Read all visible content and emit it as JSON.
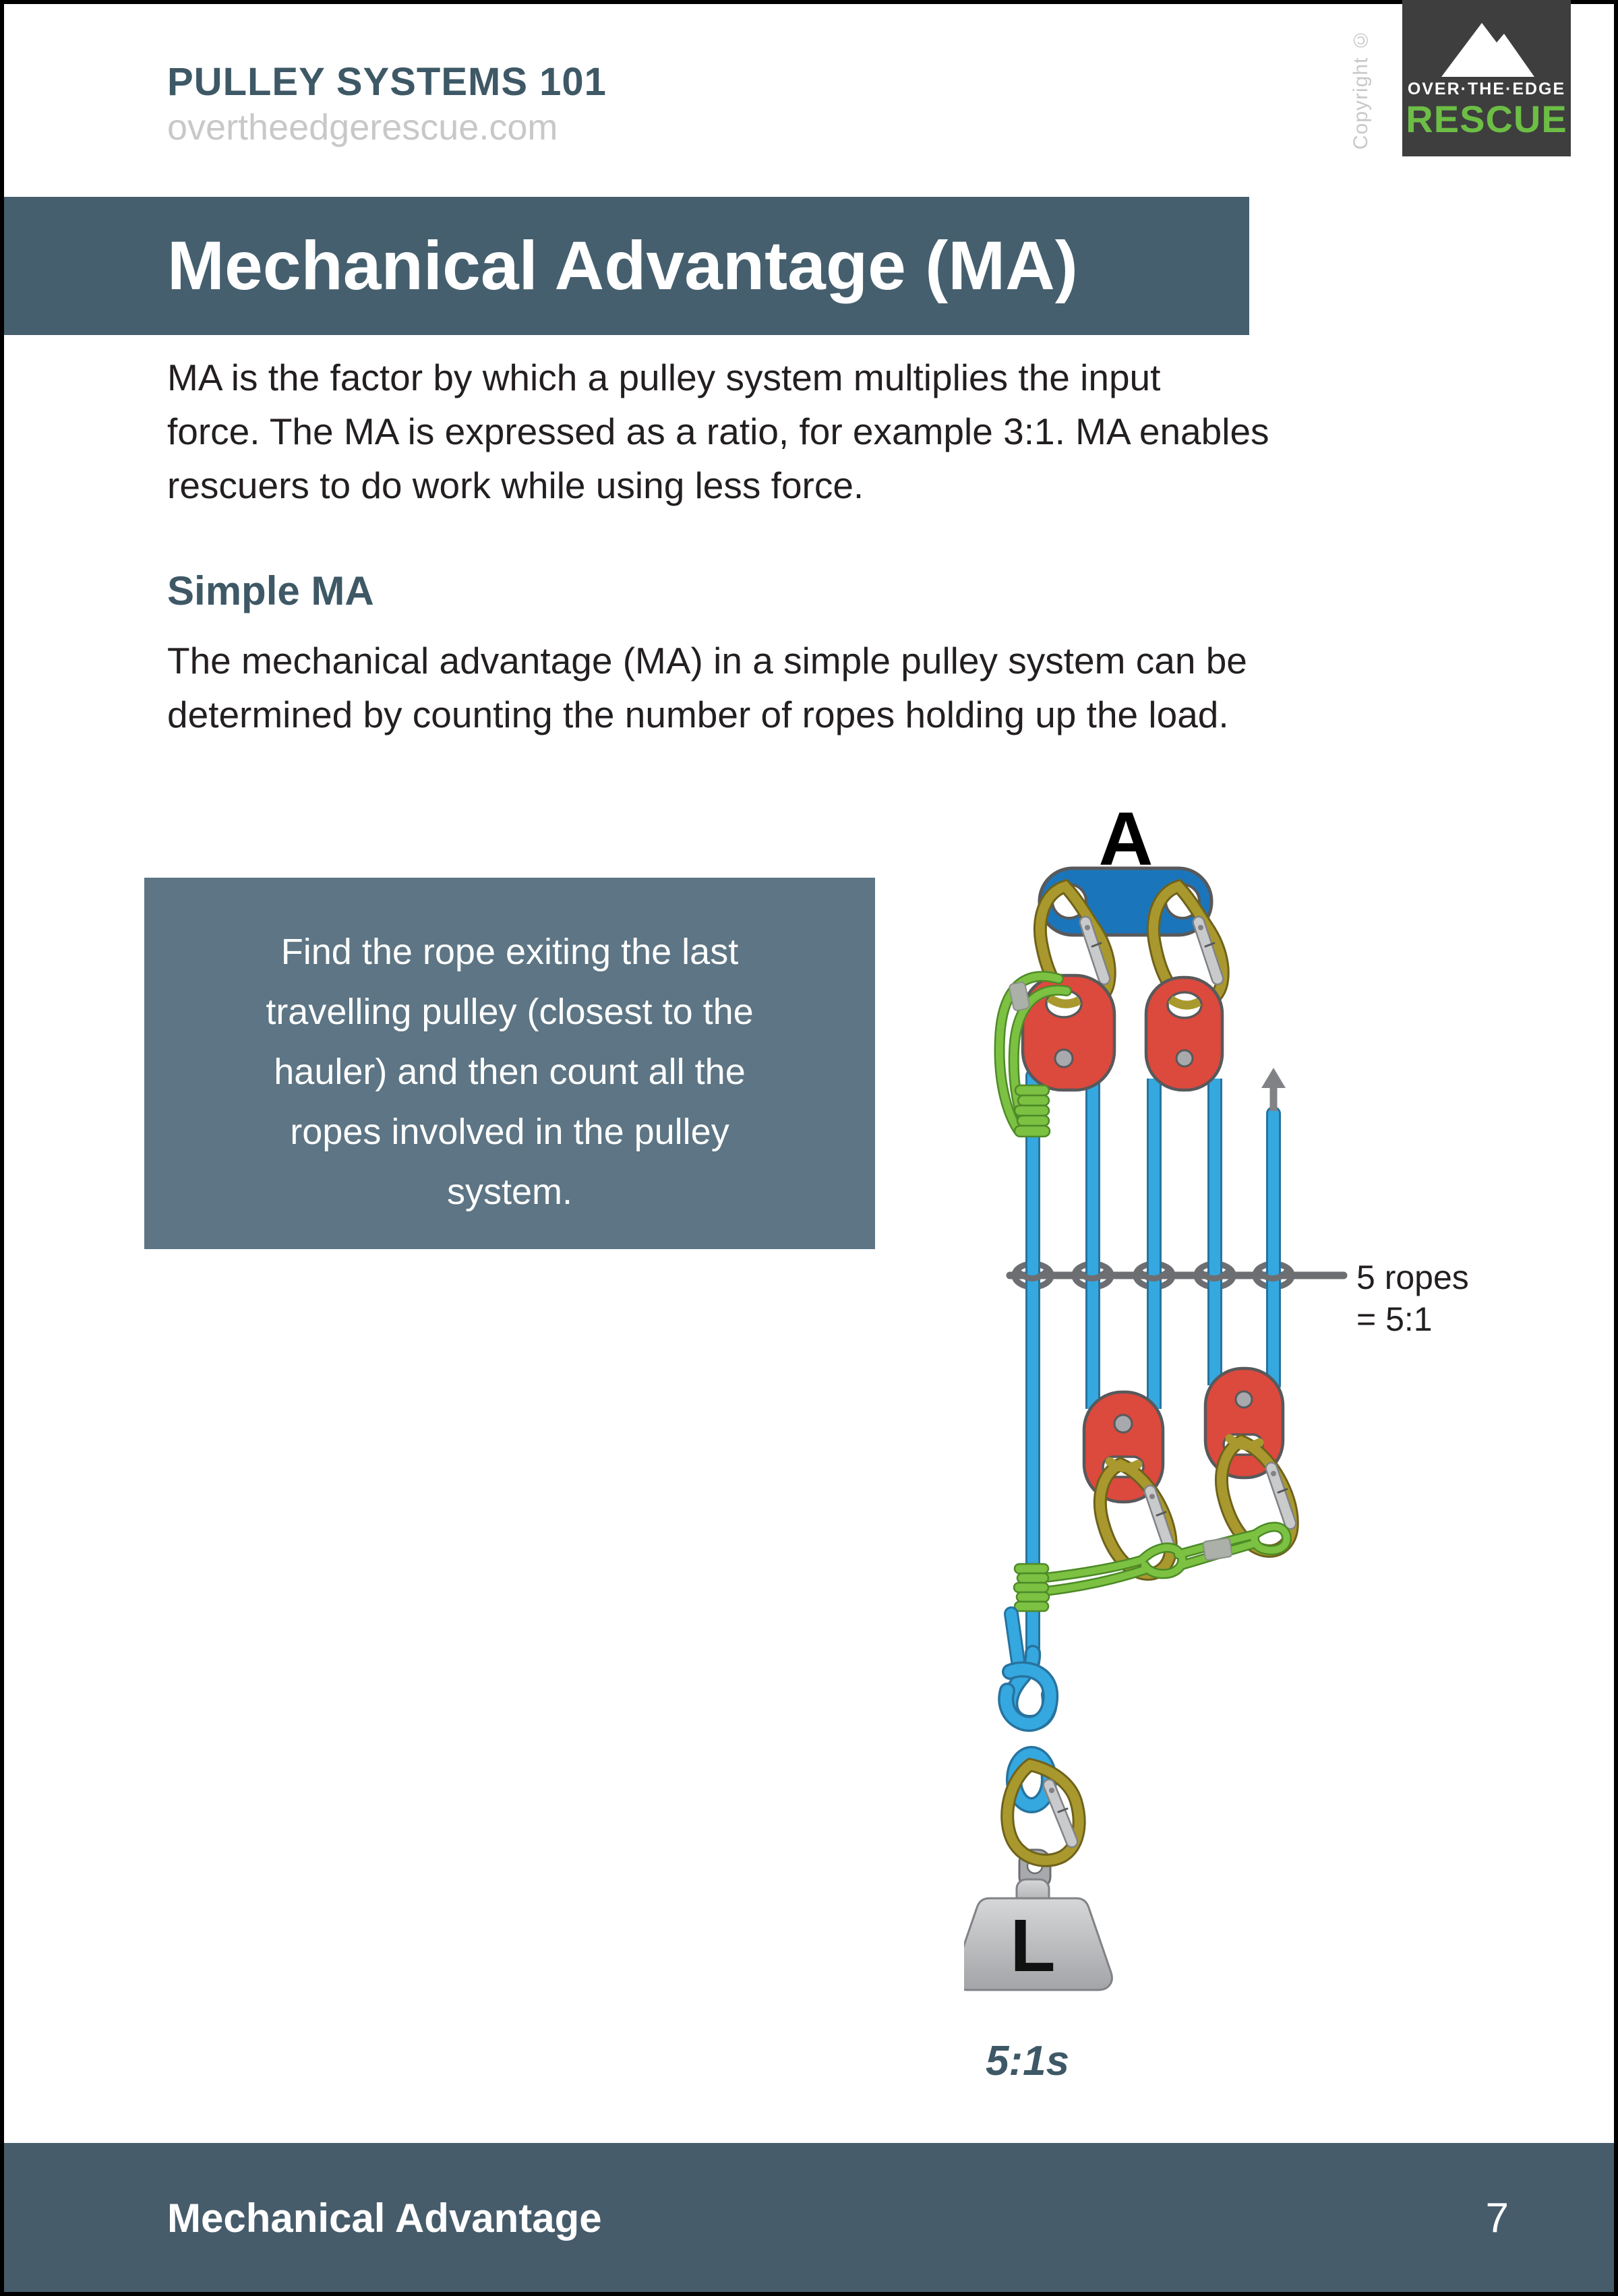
{
  "header": {
    "title": "PULLEY SYSTEMS 101",
    "website": "overtheedgerescue.com",
    "copyright": "Copyright ©"
  },
  "logo": {
    "line1": "OVER·THE·EDGE",
    "line2": "RESCUE"
  },
  "banner": {
    "title": "Mechanical Advantage (MA)"
  },
  "intro": "MA is the factor by which a pulley system multiplies the input\nforce. The MA is expressed as a ratio, for example 3:1. MA enables\nrescuers to do work while using less force.",
  "section": {
    "heading": "Simple MA",
    "body": "The mechanical advantage (MA) in a simple pulley system can be\ndetermined by counting the number of ropes holding up the load."
  },
  "callout": {
    "text": "Find the rope exiting the last\ntravelling pulley (closest to the\nhauler) and then count all the\nropes involved in the pulley\nsystem."
  },
  "diagram": {
    "anchor_label": "A",
    "load_label": "L",
    "rope_count_line1": "5 ropes",
    "rope_count_line2": "= 5:1",
    "caption": "5:1s"
  },
  "footer": {
    "section": "Mechanical Advantage",
    "page_number": "7"
  },
  "colors": {
    "banner": "#455F6E",
    "callout": "#5D7584",
    "footer": "#465C6B",
    "heading_slate": "#3E5866",
    "rope_blue": "#35A8E0",
    "plate_blue": "#1B75BB",
    "pulley_red": "#DC493D",
    "carabiner_olive": "#A9982D",
    "prusik_green": "#7CC142",
    "hardware_gray": "#A7A9AC",
    "bar_gray": "#6D6E71",
    "logo_green": "#6CBE45",
    "logo_bg": "#3E3E3E"
  }
}
